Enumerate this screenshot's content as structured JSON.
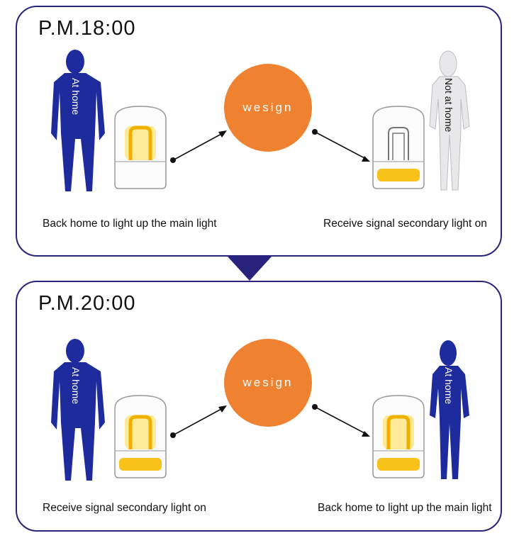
{
  "scenes": [
    {
      "time": "P.M.18:00",
      "hub_label": "wesign",
      "left_person": {
        "label": "At home",
        "color": "#1e2b9c"
      },
      "right_person": {
        "label": "Not at home",
        "color": "#e8e8ea"
      },
      "left_lamp": {
        "top_glow": true,
        "bottom_glow": false
      },
      "right_lamp": {
        "top_glow": false,
        "bottom_glow": true
      },
      "left_caption": "Back home to light up the main light",
      "right_caption": "Receive signal secondary light on"
    },
    {
      "time": "P.M.20:00",
      "hub_label": "wesign",
      "left_person": {
        "label": "At home",
        "color": "#1e2b9c"
      },
      "right_person": {
        "label": "At home",
        "color": "#1e2b9c"
      },
      "left_lamp": {
        "top_glow": true,
        "bottom_glow": true
      },
      "right_lamp": {
        "top_glow": true,
        "bottom_glow": true
      },
      "left_caption": "Receive signal secondary light on",
      "right_caption": "Back home to light up the main light"
    }
  ],
  "colors": {
    "border": "#28237c",
    "hub": "#ee8231",
    "glow": "#f7c21a",
    "glow_soft": "#ffe680"
  }
}
